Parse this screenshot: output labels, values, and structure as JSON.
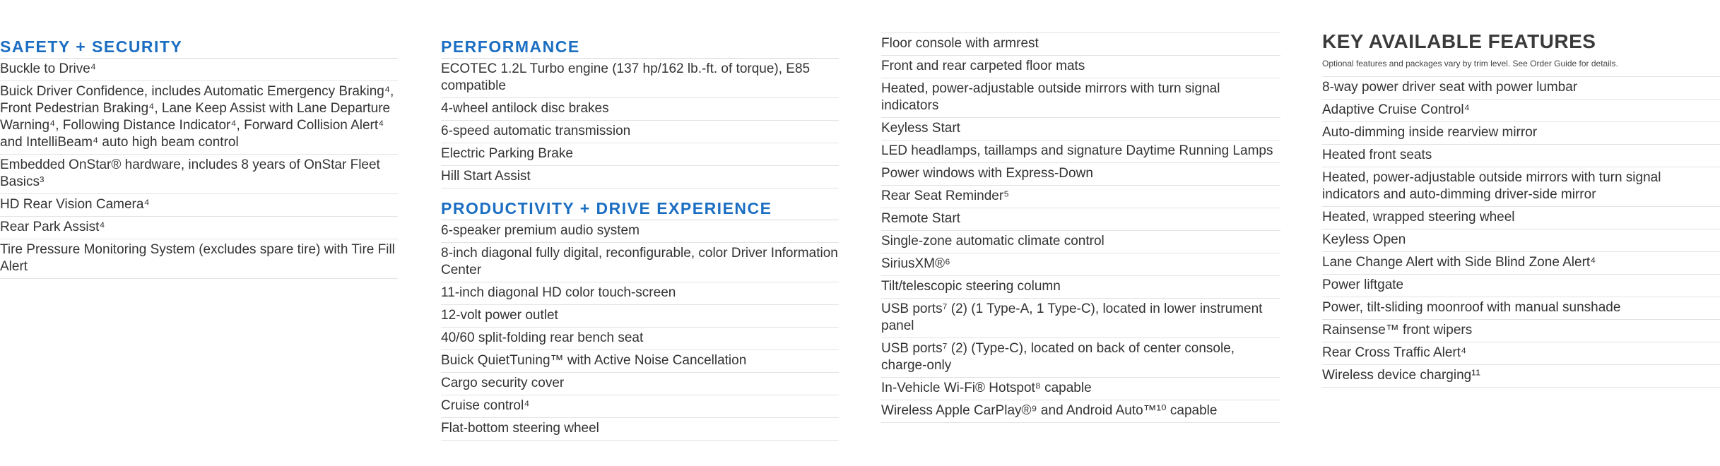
{
  "safety_security": {
    "heading": "SAFETY + SECURITY",
    "items": [
      "Buckle to Drive⁴",
      "Buick Driver Confidence, includes Automatic Emergency Braking⁴, Front Pedestrian Braking⁴, Lane Keep Assist with Lane Departure Warning⁴, Following Distance Indicator⁴, Forward Collision Alert⁴ and IntelliBeam⁴ auto high beam control",
      "Embedded OnStar® hardware, includes 8 years of OnStar Fleet Basics³",
      "HD Rear Vision Camera⁴",
      "Rear Park Assist⁴",
      "Tire Pressure Monitoring System (excludes spare tire) with Tire Fill Alert"
    ]
  },
  "performance": {
    "heading": "PERFORMANCE",
    "items": [
      "ECOTEC 1.2L Turbo engine (137 hp/162 lb.-ft. of torque), E85 compatible",
      "4-wheel antilock disc brakes",
      "6-speed automatic transmission",
      "Electric Parking Brake",
      "Hill Start Assist"
    ]
  },
  "productivity": {
    "heading": "PRODUCTIVITY + DRIVE EXPERIENCE",
    "items": [
      "6-speaker premium audio system",
      "8-inch diagonal fully digital, reconfigurable, color Driver Information Center",
      "11-inch diagonal HD color touch-screen",
      "12-volt power outlet",
      "40/60 split-folding rear bench seat",
      "Buick QuietTuning™ with Active Noise Cancellation",
      "Cargo security cover",
      "Cruise control⁴",
      "Flat-bottom steering wheel"
    ]
  },
  "productivity_continued": {
    "items": [
      "Floor console with armrest",
      "Front and rear carpeted floor mats",
      "Heated, power-adjustable outside mirrors with turn signal indicators",
      "Keyless Start",
      "LED headlamps, taillamps and signature Daytime Running Lamps",
      "Power windows with Express-Down",
      "Rear Seat Reminder⁵",
      "Remote Start",
      "Single-zone automatic climate control",
      "SiriusXM®⁶",
      "Tilt/telescopic steering column",
      "USB ports⁷ (2) (1 Type-A, 1 Type-C), located in lower instrument panel",
      "USB ports⁷ (2) (Type-C), located on back of center console, charge-only",
      "In-Vehicle Wi-Fi® Hotspot⁸ capable",
      "Wireless Apple CarPlay®⁹ and Android Auto™¹⁰ capable"
    ]
  },
  "key_features": {
    "title": "KEY AVAILABLE FEATURES",
    "note": "Optional features and packages vary by trim level. See Order Guide for details.",
    "items": [
      "8-way power driver seat with power lumbar",
      "Adaptive Cruise Control⁴",
      "Auto-dimming inside rearview mirror",
      "Heated front seats",
      "Heated, power-adjustable outside mirrors with turn signal indicators and auto-dimming driver-side mirror",
      "Heated, wrapped steering wheel",
      "Keyless Open",
      "Lane Change Alert with Side Blind Zone Alert⁴",
      "Power liftgate",
      "Power, tilt-sliding moonroof with manual sunshade",
      "Rainsense™ front wipers",
      "Rear Cross Traffic Alert⁴",
      "Wireless device charging¹¹"
    ]
  }
}
